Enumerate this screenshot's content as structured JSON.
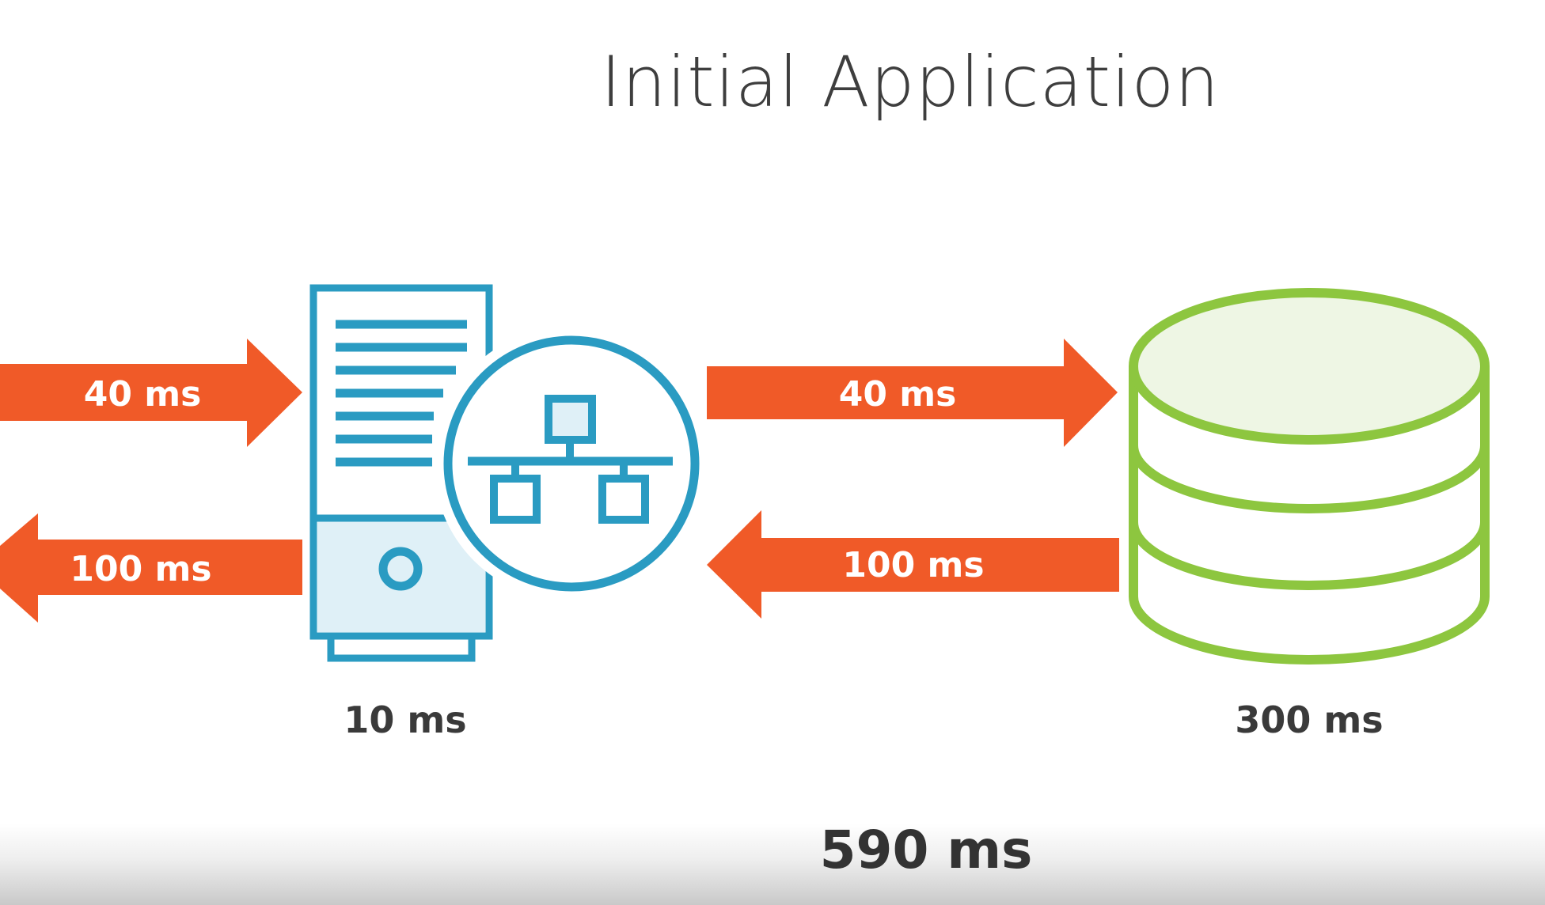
{
  "title": "Initial Application",
  "colors": {
    "arrow": "#f05a28",
    "server": "#2a9bc2",
    "database": "#8dc63f",
    "text": "#3a3a3a"
  },
  "icons": {
    "server": "server-network-icon",
    "database": "database-icon"
  },
  "arrows": {
    "client_to_server": "40 ms",
    "server_to_client": "100 ms",
    "server_to_db": "40 ms",
    "db_to_server": "100 ms"
  },
  "server_time": "10 ms",
  "db_time": "300 ms",
  "total": "590 ms"
}
